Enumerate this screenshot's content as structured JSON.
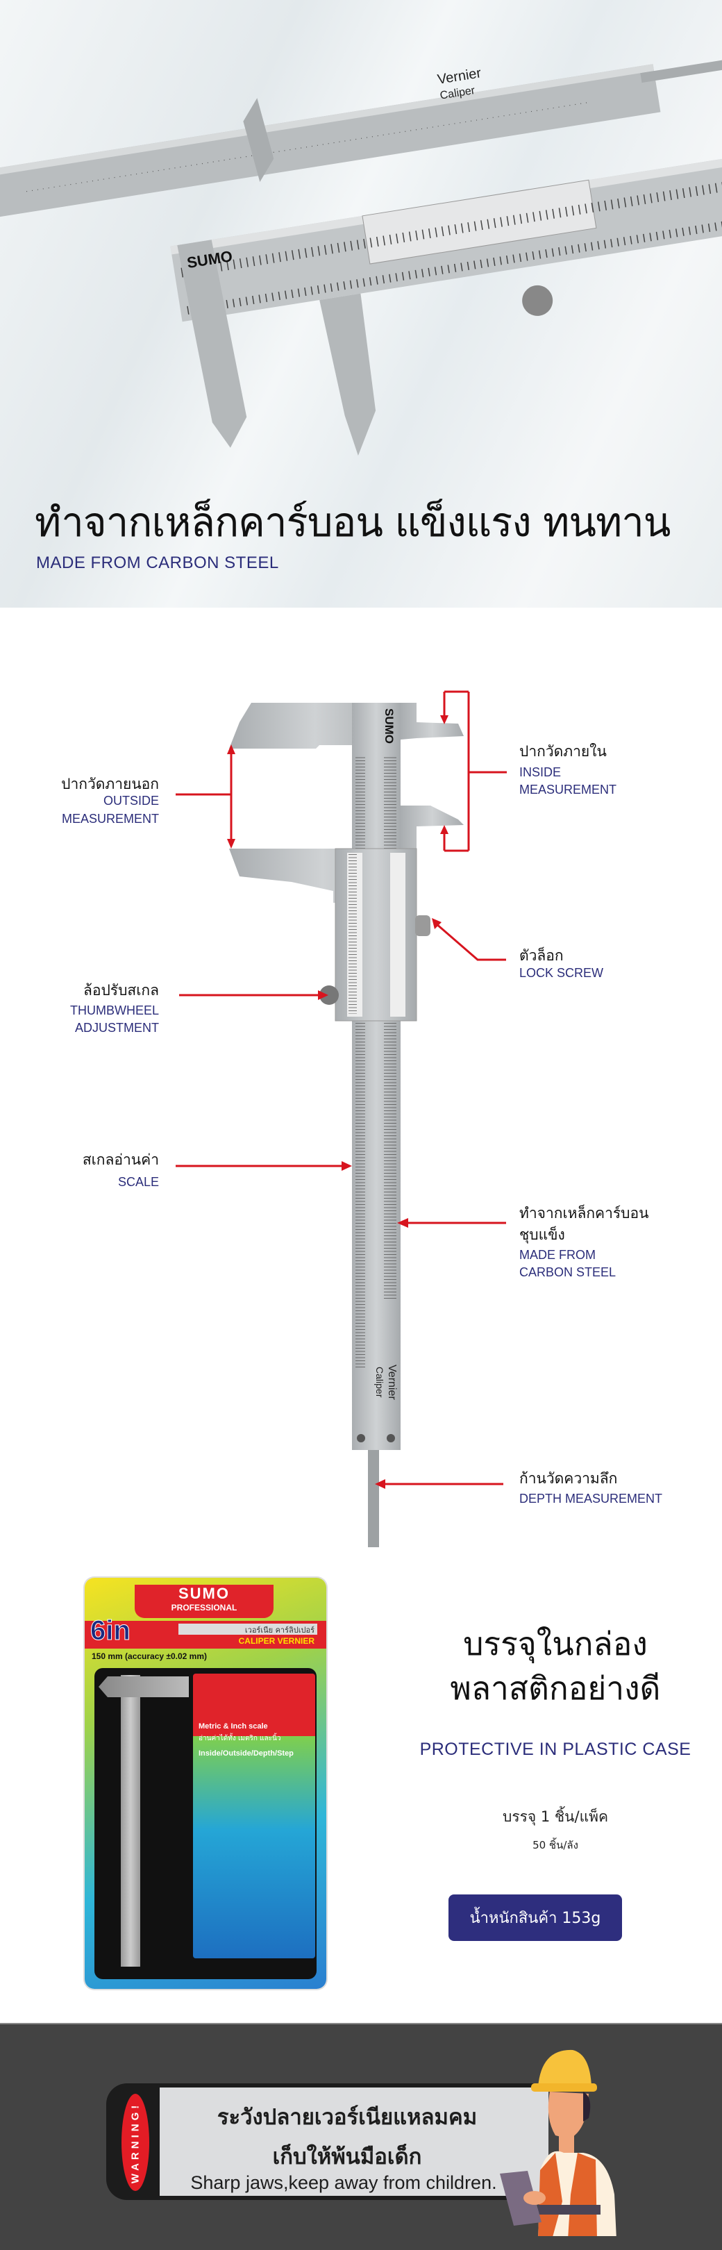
{
  "hero": {
    "title_th": "ทำจากเหล็กคาร์บอน แข็งแรง ทนทาน",
    "subtitle_en": "MADE FROM CARBON STEEL",
    "caliper_brand": "SUMO",
    "caliper_text_1": "Vernier",
    "caliper_text_2": "Caliper"
  },
  "diagram": {
    "outside": {
      "th": "ปากวัดภายนอก",
      "en1": "OUTSIDE",
      "en2": "MEASUREMENT"
    },
    "inside": {
      "th": "ปากวัดภายใน",
      "en1": "INSIDE",
      "en2": "MEASUREMENT"
    },
    "lock": {
      "th": "ตัวล็อก",
      "en": "LOCK SCREW"
    },
    "thumb": {
      "th": "ล้อปรับสเกล",
      "en1": "THUMBWHEEL",
      "en2": "ADJUSTMENT"
    },
    "scale": {
      "th": "สเกลอ่านค่า",
      "en": "SCALE"
    },
    "carbon": {
      "th1": "ทำจากเหล็กคาร์บอน",
      "th2": "ชุบแข็ง",
      "en1": "MADE FROM",
      "en2": "CARBON STEEL"
    },
    "depth": {
      "th": "ก้านวัดความลึก",
      "en": "DEPTH MEASUREMENT"
    },
    "brand": "SUMO",
    "label1": "Vernier",
    "label2": "Caliper",
    "arrow_color": "#d7141e"
  },
  "package": {
    "brand": "SUMO",
    "line": "PROFESSIONAL",
    "size": "6in",
    "name_th": "เวอร์เนีย คาร์ลิปเปอร์",
    "name_en": "CALIPER VERNIER",
    "spec": "150 mm (accuracy ±0.02 mm)",
    "read_th": "อ่านค่าได้ทั้ง เมตริก และนิ้ว",
    "read_en": "Metric & Inch scale",
    "uses": "Inside/Outside/Depth/Step"
  },
  "pack": {
    "title_line1": "บรรจุในกล่อง",
    "title_line2": "พลาสติกอย่างดี",
    "subtitle": "PROTECTIVE IN PLASTIC CASE",
    "qty": "บรรจุ 1 ชิ้น/แพ็ค",
    "box": "50 ชิ้น/ลัง",
    "weight": "น้ำหนักสินค้า 153g"
  },
  "warning": {
    "badge": "WARNING!",
    "line1": "ระวังปลายเวอร์เนียแหลมคม",
    "line2": "เก็บให้พ้นมือเด็ก",
    "line3": "Sharp jaws,keep away from children."
  },
  "colors": {
    "navy": "#2b2d7a",
    "red": "#d7141e",
    "dark_bg": "#434343"
  }
}
